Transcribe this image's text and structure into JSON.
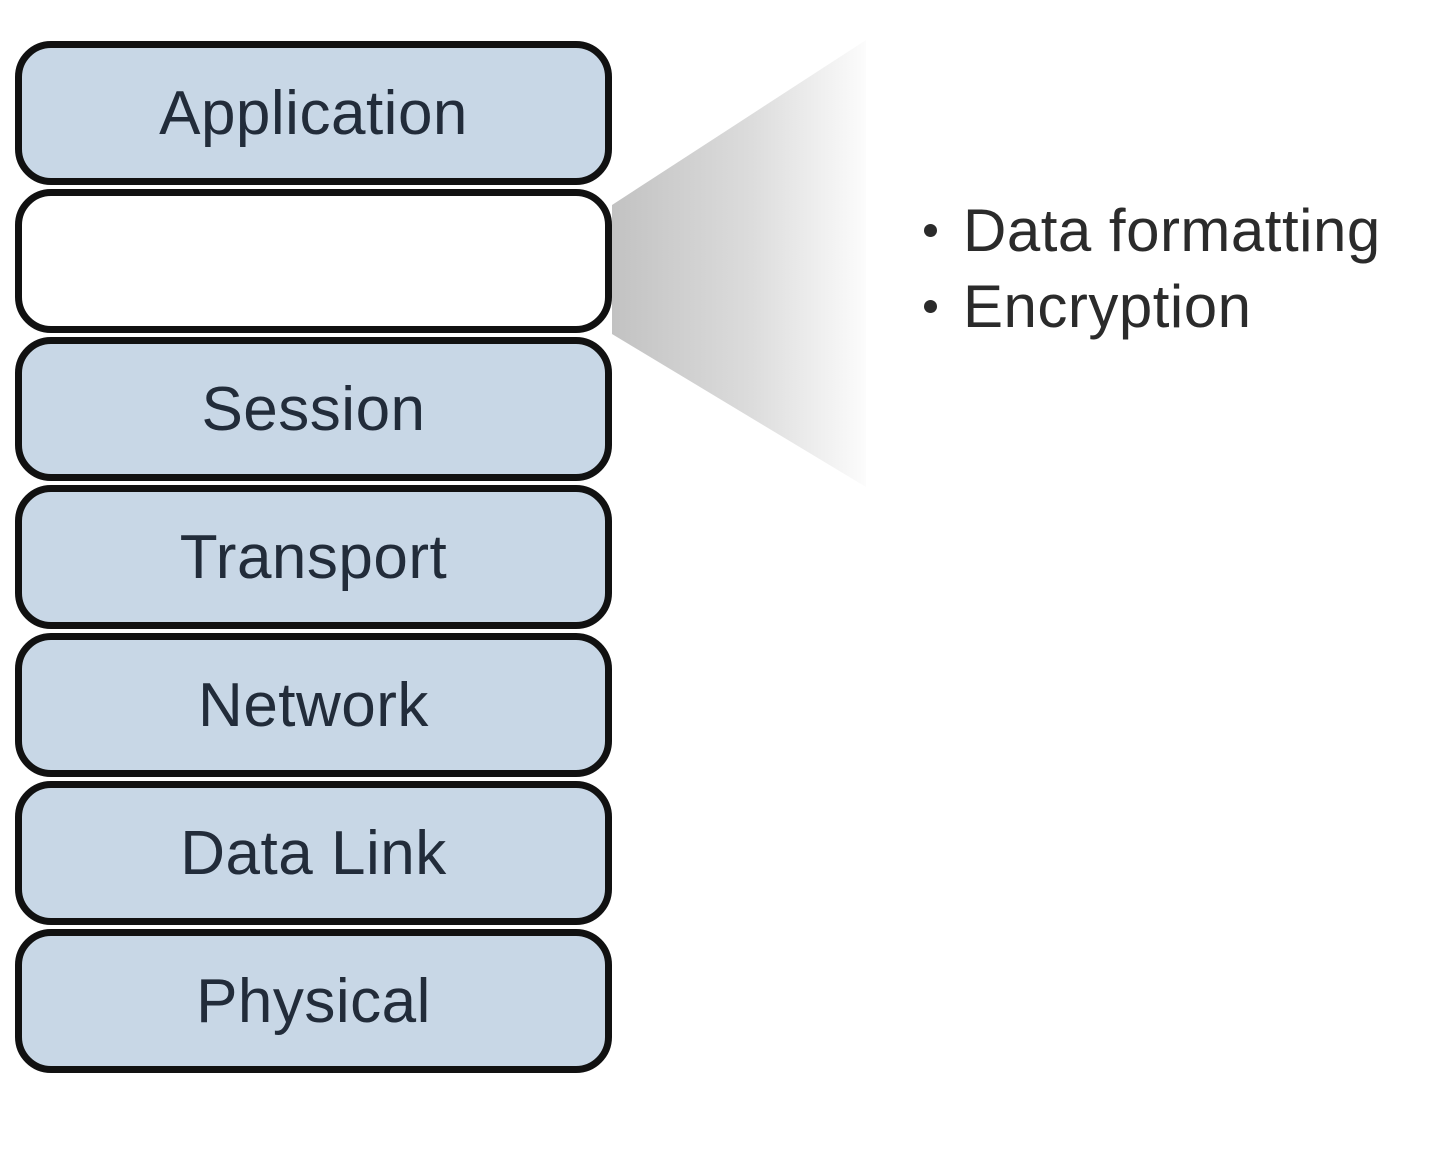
{
  "layers": [
    {
      "label": "Application",
      "variant": "filled"
    },
    {
      "label": "",
      "variant": "blank"
    },
    {
      "label": "Session",
      "variant": "filled"
    },
    {
      "label": "Transport",
      "variant": "filled"
    },
    {
      "label": "Network",
      "variant": "filled"
    },
    {
      "label": "Data Link",
      "variant": "filled"
    },
    {
      "label": "Physical",
      "variant": "filled"
    }
  ],
  "callout": {
    "bullets": [
      {
        "text": "Data formatting"
      },
      {
        "text": "Encryption"
      }
    ]
  },
  "colors": {
    "layer_fill": "#c8d7e6",
    "blank_layer_fill": "#ffffff",
    "layer_border": "#111111",
    "layer_text": "#222c3a",
    "bullet_text": "#2b2b2b",
    "funnel_gradient_start": "#c2c2c2",
    "funnel_gradient_mid": "#dcdcdc",
    "funnel_gradient_end": "#fcfcfc"
  }
}
